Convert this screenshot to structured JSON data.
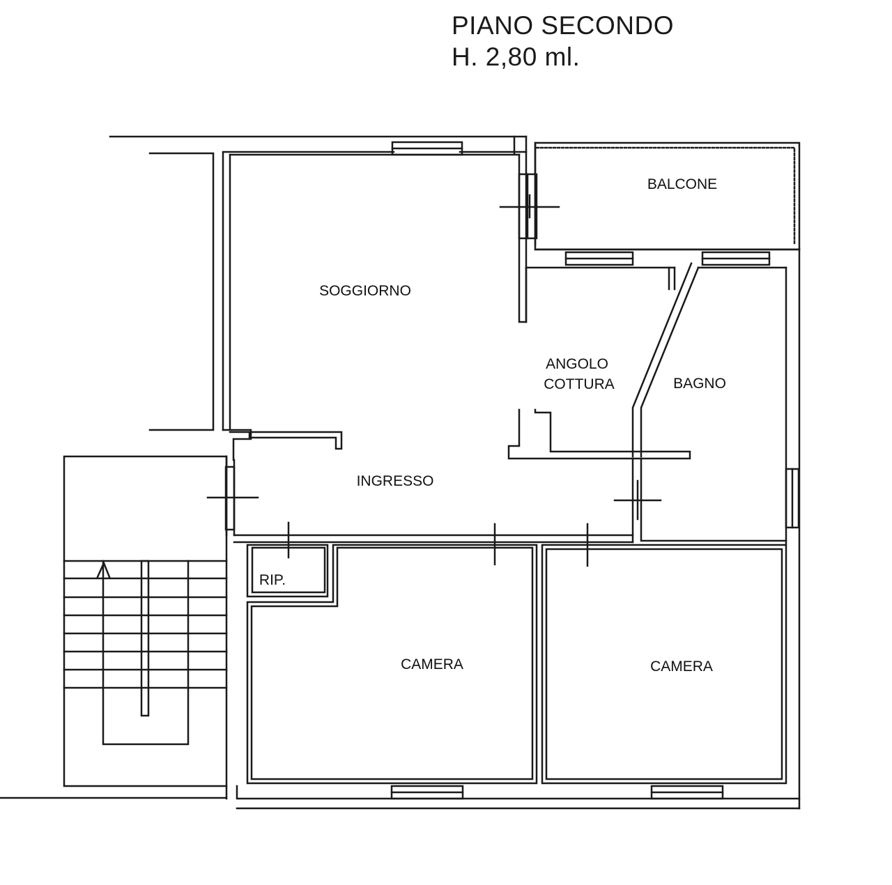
{
  "header": {
    "floor": "PIANO SECONDO",
    "height": "H. 2,80 ml."
  },
  "rooms": {
    "balcone": "BALCONE",
    "soggiorno": "SOGGIORNO",
    "angolo_cottura_line1": "ANGOLO",
    "angolo_cottura_line2": "COTTURA",
    "bagno": "BAGNO",
    "ingresso": "INGRESSO",
    "ripostiglio": "RIP.",
    "camera_left": "CAMERA",
    "camera_right": "CAMERA"
  },
  "colors": {
    "ink": "#1a1a1a",
    "paper": "#ffffff"
  }
}
